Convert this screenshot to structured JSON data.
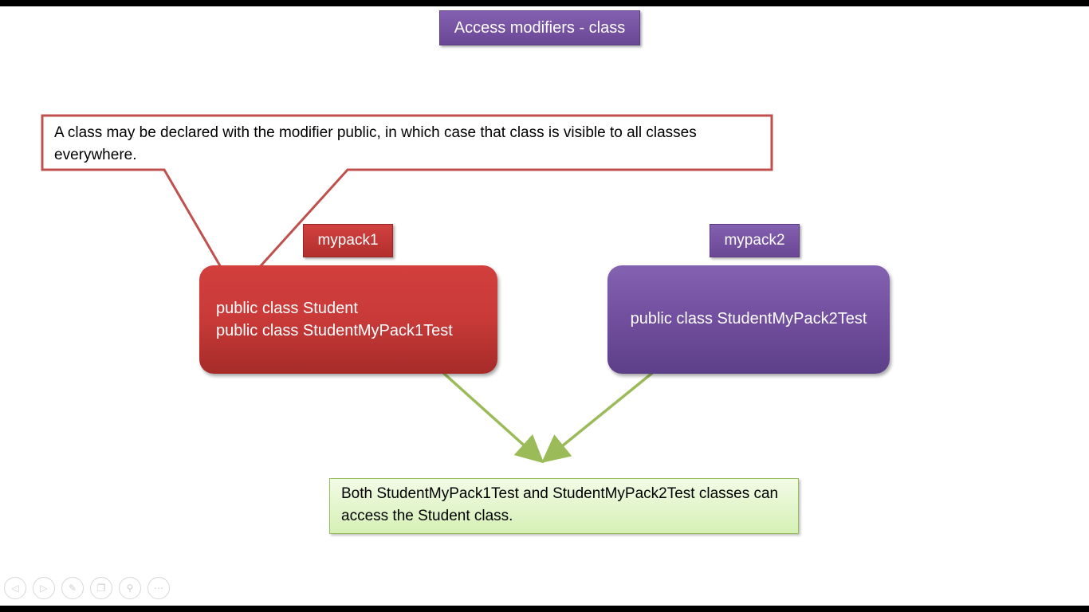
{
  "title": "Access modifiers - class",
  "callout": {
    "text": "A class may be declared with the modifier public, in which case that class is visible to all classes everywhere."
  },
  "packages": [
    {
      "label": "mypack1",
      "classes": [
        "public class Student",
        "public class StudentMyPack1Test"
      ]
    },
    {
      "label": "mypack2",
      "classes": [
        "public class StudentMyPack2Test"
      ]
    }
  ],
  "result": {
    "text": "Both StudentMyPack1Test and StudentMyPack2Test classes can access the Student class."
  },
  "nav_buttons": [
    {
      "icon": "previous-icon",
      "glyph": "◁"
    },
    {
      "icon": "next-icon",
      "glyph": "▷"
    },
    {
      "icon": "pen-icon",
      "glyph": "✎"
    },
    {
      "icon": "slides-icon",
      "glyph": "❐"
    },
    {
      "icon": "zoom-icon",
      "glyph": "⚲"
    },
    {
      "icon": "more-icon",
      "glyph": "⋯"
    }
  ],
  "colors": {
    "red_accent": "#c0392b",
    "purple_accent": "#7150a0",
    "arrow_green": "#9bbb59",
    "result_fill": "#e4f5cc"
  }
}
